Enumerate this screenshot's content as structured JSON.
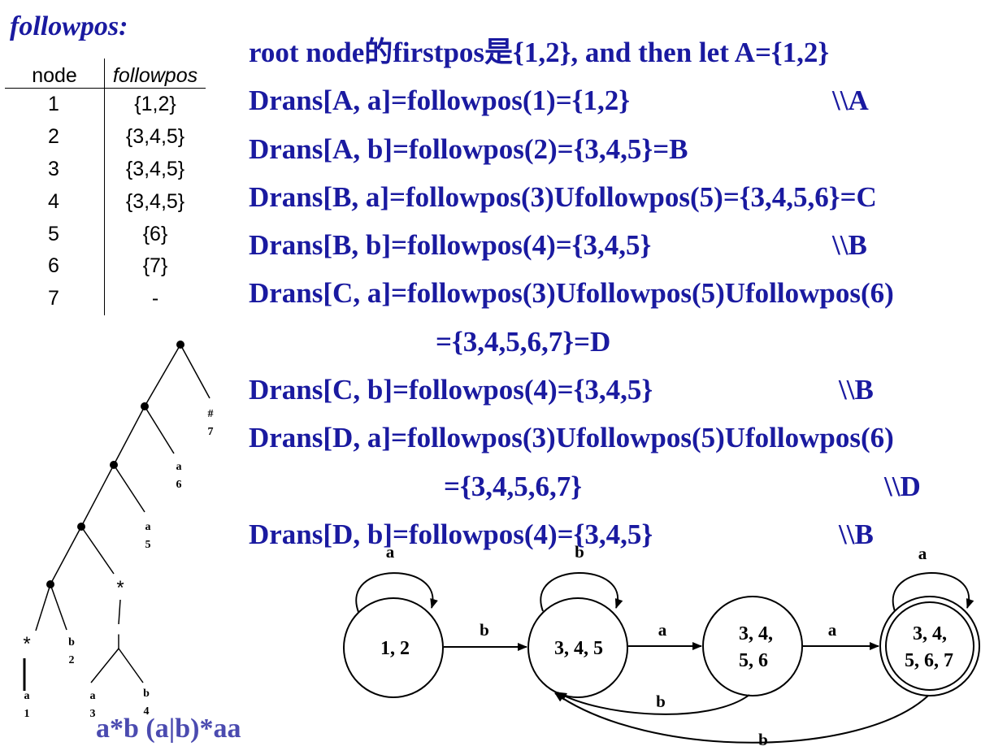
{
  "heading": "followpos:",
  "table": {
    "headers": [
      "node",
      "followpos"
    ],
    "rows": [
      [
        "1",
        "{1,2}"
      ],
      [
        "2",
        "{3,4,5}"
      ],
      [
        "3",
        "{3,4,5}"
      ],
      [
        "4",
        "{3,4,5}"
      ],
      [
        "5",
        "{6}"
      ],
      [
        "6",
        "{7}"
      ],
      [
        "7",
        "-"
      ]
    ]
  },
  "derivations": [
    {
      "text": "root node的firstpos是{1,2}, and then let A={1,2}",
      "comment": ""
    },
    {
      "text": "Drans[A, a]=followpos(1)={1,2}",
      "comment": "\\\\A"
    },
    {
      "text": "Drans[A, b]=followpos(2)={3,4,5}=B",
      "comment": ""
    },
    {
      "text": "Drans[B, a]=followpos(3)Ufollowpos(5)={3,4,5,6}=C",
      "comment": ""
    },
    {
      "text": "Drans[B, b]=followpos(4)={3,4,5}",
      "comment": "\\\\B"
    },
    {
      "text": "Drans[C, a]=followpos(3)Ufollowpos(5)Ufollowpos(6)",
      "comment": ""
    },
    {
      "text": "={3,4,5,6,7}=D",
      "comment": ""
    },
    {
      "text": "Drans[C, b]=followpos(4)={3,4,5}",
      "comment": "\\\\B"
    },
    {
      "text": "Drans[D, a]=followpos(3)Ufollowpos(5)Ufollowpos(6)",
      "comment": ""
    },
    {
      "text": "={3,4,5,6,7}",
      "comment": "\\\\D"
    },
    {
      "text": "Drans[D, b]=followpos(4)={3,4,5}",
      "comment": "\\\\B"
    }
  ],
  "syntax_tree": {
    "leaves": [
      {
        "symbol": "a",
        "position": "1"
      },
      {
        "symbol": "b",
        "position": "2"
      },
      {
        "symbol": "a",
        "position": "3"
      },
      {
        "symbol": "b",
        "position": "4"
      },
      {
        "symbol": "a",
        "position": "5"
      },
      {
        "symbol": "a",
        "position": "6"
      },
      {
        "symbol": "#",
        "position": "7"
      }
    ],
    "star_symbol": "*",
    "or_symbol": "|"
  },
  "regex": "a*b (a|b)*aa",
  "dfa": {
    "states": [
      {
        "id": "A",
        "lines": [
          "1, 2"
        ],
        "accepting": false
      },
      {
        "id": "B",
        "lines": [
          "3, 4, 5"
        ],
        "accepting": false
      },
      {
        "id": "C",
        "lines": [
          "3, 4,",
          "5, 6"
        ],
        "accepting": false
      },
      {
        "id": "D",
        "lines": [
          "3, 4,",
          "5, 6, 7"
        ],
        "accepting": true
      }
    ],
    "transitions": [
      {
        "from": "A",
        "to": "A",
        "label": "a"
      },
      {
        "from": "A",
        "to": "B",
        "label": "b"
      },
      {
        "from": "B",
        "to": "B",
        "label": "b"
      },
      {
        "from": "B",
        "to": "C",
        "label": "a"
      },
      {
        "from": "C",
        "to": "D",
        "label": "a"
      },
      {
        "from": "C",
        "to": "B",
        "label": "b"
      },
      {
        "from": "D",
        "to": "D",
        "label": "a"
      },
      {
        "from": "D",
        "to": "B",
        "label": "b"
      }
    ]
  }
}
